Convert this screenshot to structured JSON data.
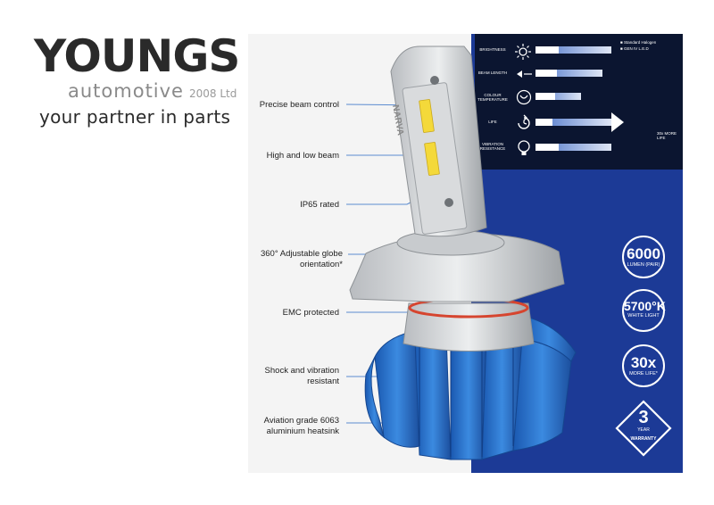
{
  "logo": {
    "brand": "YOUNGS",
    "sub": "automotive",
    "year": "2008 Ltd",
    "tagline": "your partner in parts"
  },
  "features": [
    "Precise beam control",
    "High and low beam",
    "IP65 rated",
    "360° Adjustable globe orientation*",
    "EMC protected",
    "Shock and vibration resistant",
    "Aviation grade 6063 aluminium heatsink"
  ],
  "comparison": {
    "legend": [
      "Standard Halogen",
      "GEN IV L.E.D"
    ],
    "rows": [
      {
        "label": "BRIGHTNESS",
        "halogen": 0.3,
        "led": 1.0
      },
      {
        "label": "BEAM LENGTH",
        "halogen": 0.28,
        "led": 0.88
      },
      {
        "label": "COLOUR TEMPERATURE",
        "halogen": 0.26,
        "led": 0.6
      },
      {
        "label": "LIFE",
        "halogen": 0.22,
        "led": 1.0
      },
      {
        "label": "VIBRATION RESISTANCE",
        "halogen": 0.3,
        "led": 1.0
      }
    ],
    "life_note": "30x MORE LIFE"
  },
  "badges": [
    {
      "big": "6000",
      "small": "LUMEN (PAIR)"
    },
    {
      "big": "5700°K",
      "small": "WHITE LIGHT"
    },
    {
      "big": "30x",
      "small": "MORE LIFE*"
    }
  ],
  "warranty": {
    "number": "3",
    "year": "YEAR",
    "label": "WARRANTY"
  },
  "bulb_label": "NARVA",
  "colors": {
    "navy": "#1c3a96",
    "dark": "#0b1530",
    "heatsink": "#2d7bd1",
    "text": "#2a2a2a"
  }
}
